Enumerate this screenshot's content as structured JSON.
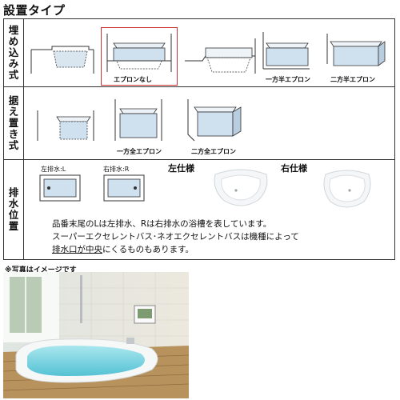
{
  "page": {
    "title": "設置タイプ"
  },
  "rows": {
    "built_in": {
      "label": [
        "埋",
        "め",
        "込",
        "み",
        "式"
      ]
    },
    "placed": {
      "label": [
        "据",
        "え",
        "置",
        "き",
        "式"
      ]
    },
    "drain": {
      "label": [
        "排",
        "水",
        "位",
        "置"
      ]
    }
  },
  "built_in": {
    "apron_none": "エプロンなし",
    "apron_half": "一方半エプロン",
    "apron_half2": "二方半エプロン"
  },
  "placed": {
    "apron_full": "一方全エプロン",
    "apron_full2": "二方全エプロン"
  },
  "drain": {
    "left_drain": "左排水:L",
    "right_drain": "右排水:R",
    "left_spec": "左仕様",
    "right_spec": "右仕様",
    "note_line1": "品番末尾のLは左排水、Rは右排水の浴槽を表しています。",
    "note_line2": "スーパーエクセレントバス･ネオエクセレントバスは機種によって",
    "note_line3_a": "排水口が中央",
    "note_line3_b": "にくるものもあります。"
  },
  "photo": {
    "caption": "※写真はイメージです"
  },
  "colors": {
    "highlight": "#cc3333",
    "tub_fill": "#cfe0ef",
    "water": "#7fd3e0",
    "wall": "#e9e6df",
    "deck": "#b8925c"
  }
}
